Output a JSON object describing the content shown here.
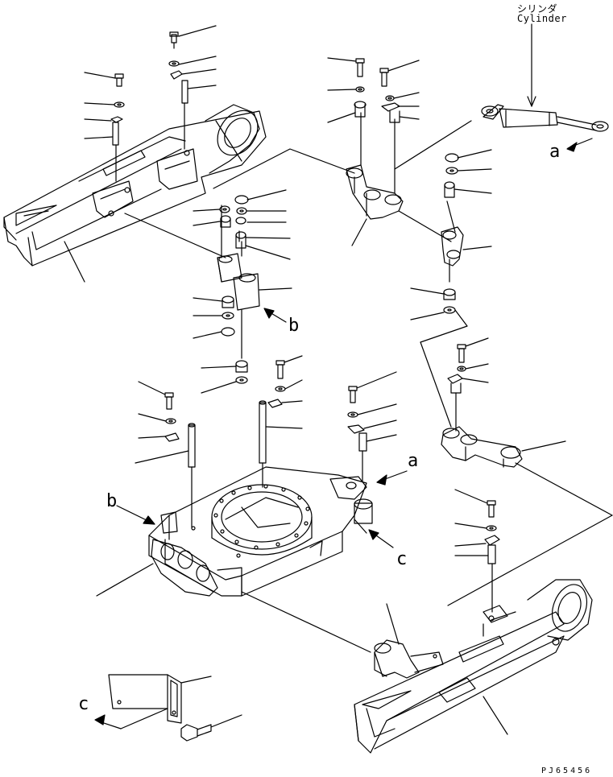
{
  "callouts": {
    "cylinder_jp": "シリンダ",
    "cylinder_en": "Cylinder",
    "a_top": "a",
    "a_mid": "a",
    "b_left": "b",
    "b_mid": "b",
    "c_right": "c",
    "c_bottom": "c"
  },
  "figure_code": "PJ65456"
}
